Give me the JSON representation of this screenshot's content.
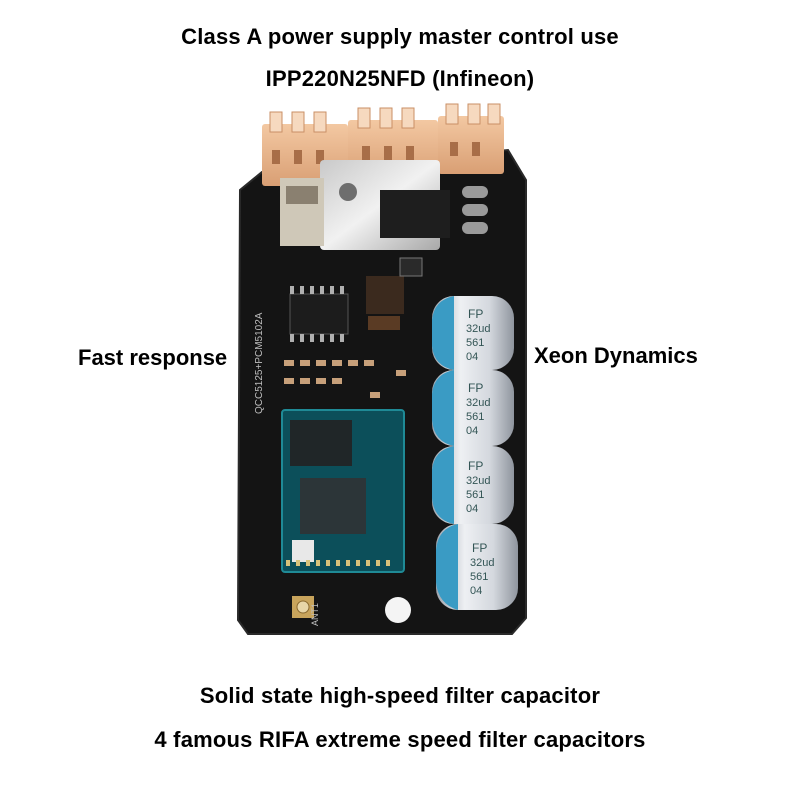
{
  "captions": {
    "top_line1": "Class A power supply master control use",
    "top_line2": "IPP220N25NFD (Infineon)",
    "left": "Fast response",
    "right": "Xeon Dynamics",
    "bottom_line1": "Solid state high-speed filter capacitor",
    "bottom_line2": "4 famous RIFA extreme speed filter capacitors"
  },
  "board": {
    "silkscreen_side": "QCC5125+PCM5102A",
    "antenna_label": "ANT1",
    "capacitor_markings": [
      "FP",
      "32ud",
      "561",
      "04"
    ]
  },
  "colors": {
    "pcb": "#141414",
    "connector": "#e8b48c",
    "capacitor_body": "#d9dde3",
    "capacitor_band": "#3a9bc4",
    "module": "#0c4f5a"
  }
}
